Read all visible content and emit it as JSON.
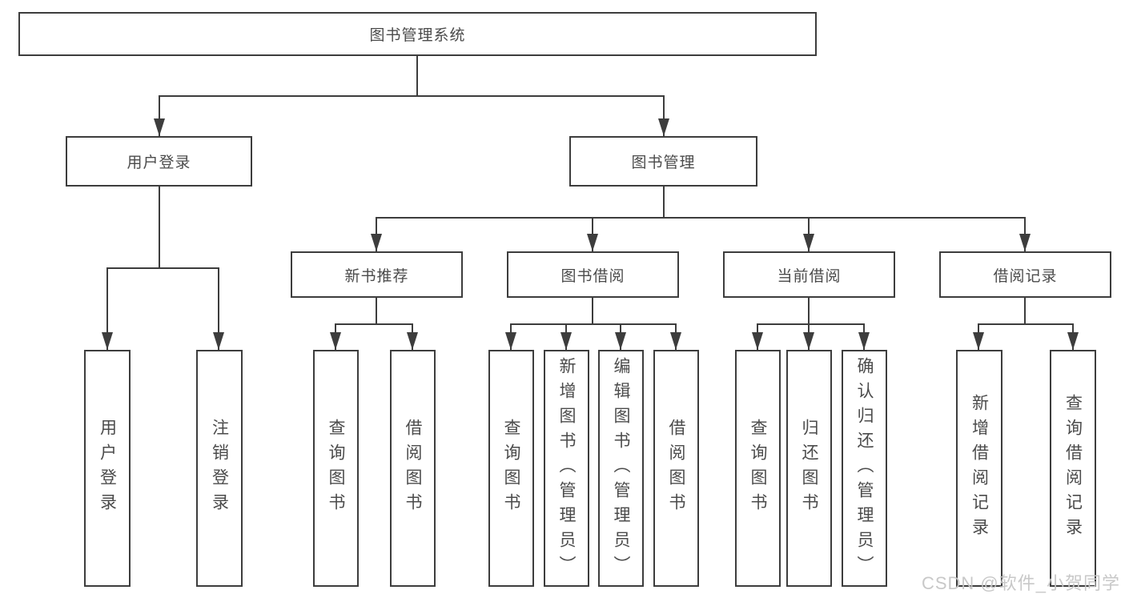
{
  "tree": {
    "root": {
      "label": "图书管理系统"
    },
    "login": {
      "label": "用户登录",
      "children": [
        {
          "label": "用户登录"
        },
        {
          "label": "注销登录"
        }
      ]
    },
    "management": {
      "label": "图书管理",
      "sections": [
        {
          "label": "新书推荐",
          "children": [
            {
              "label": "查询图书"
            },
            {
              "label": "借阅图书"
            }
          ]
        },
        {
          "label": "图书借阅",
          "children": [
            {
              "label": "查询图书"
            },
            {
              "label": "新增图书（管理员）"
            },
            {
              "label": "编辑图书（管理员）"
            },
            {
              "label": "借阅图书"
            }
          ]
        },
        {
          "label": "当前借阅",
          "children": [
            {
              "label": "查询图书"
            },
            {
              "label": "归还图书"
            },
            {
              "label": "确认归还（管理员）"
            }
          ]
        },
        {
          "label": "借阅记录",
          "children": [
            {
              "label": "新增借阅记录"
            },
            {
              "label": "查询借阅记录"
            }
          ]
        }
      ]
    }
  },
  "watermark": {
    "text": "CSDN @软件_小贺同学",
    "color": "#c6c6c6"
  },
  "colors": {
    "line": "#3d3d3d",
    "text": "#4b4b4b",
    "background": "#ffffff"
  }
}
